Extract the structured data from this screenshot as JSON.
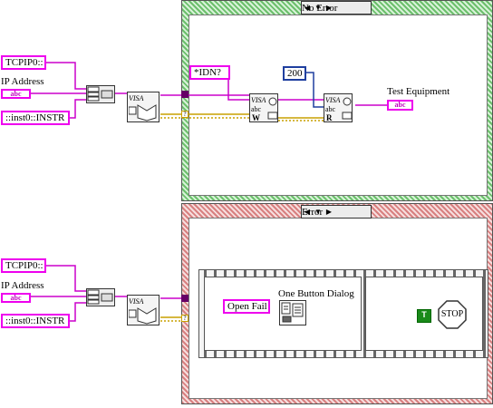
{
  "top_case": {
    "selector_label": "No Error",
    "ip_const": "TCPIP0::",
    "ip_label": "IP Address",
    "ip_ctrl": "abc",
    "instr_const": "::inst0::INSTR",
    "idn_const": "*IDN?",
    "count_const": "200",
    "indicator_label": "Test Equipment",
    "indicator_ctrl": "abc",
    "visa_text": "VISA",
    "write_letter": "W",
    "read_letter": "R",
    "abc_text": "abc"
  },
  "bottom_case": {
    "selector_label": "Error",
    "ip_const": "TCPIP0::",
    "ip_label": "IP Address",
    "ip_ctrl": "abc",
    "instr_const": "::inst0::INSTR",
    "open_fail_const": "Open Fail",
    "dialog_label": "One Button Dialog",
    "true_const": "T",
    "stop_text": "STOP",
    "visa_text": "VISA"
  },
  "colors": {
    "string_wire": "#cc00cc",
    "number_wire": "#1f3f9f",
    "error_wire": "#c8a000",
    "bool_green": "#1a8a1a"
  }
}
